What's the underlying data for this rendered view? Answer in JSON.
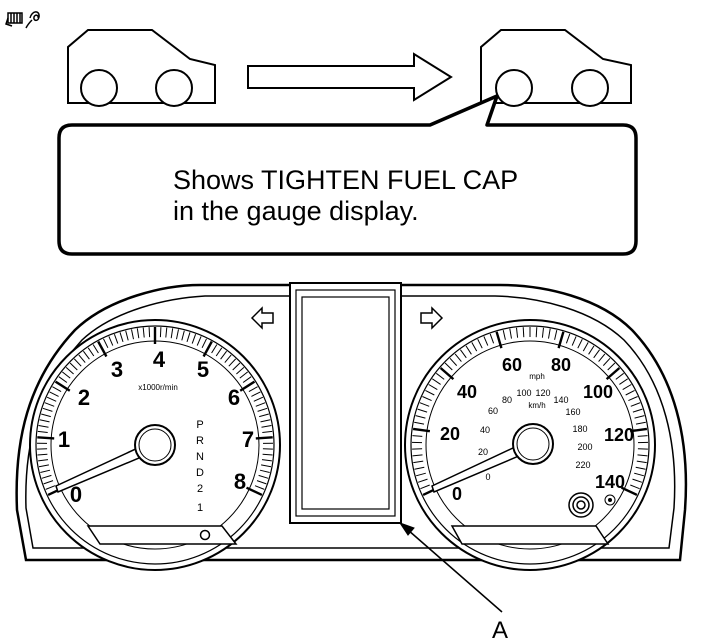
{
  "caption": {
    "line1": "Shows TIGHTEN FUEL CAP",
    "line2": "in the gauge display."
  },
  "callout_label": "A",
  "icons": {
    "top_left": "fuel-cap-icon",
    "left_turn": "turn-signal-left-icon",
    "right_turn": "turn-signal-right-icon",
    "car_before": "car-icon",
    "car_after": "car-icon",
    "flow_arrow": "right-arrow-icon"
  },
  "tachometer": {
    "unit_label": "x1000r/min",
    "numbers": [
      "0",
      "1",
      "2",
      "3",
      "4",
      "5",
      "6",
      "7",
      "8"
    ],
    "gear_indicators": [
      "P",
      "R",
      "N",
      "D",
      "2",
      "1"
    ],
    "needle_value": "0"
  },
  "speedometer": {
    "mph_label": "mph",
    "kmh_label": "km/h",
    "mph_numbers": [
      "0",
      "20",
      "40",
      "60",
      "80",
      "100",
      "120",
      "140"
    ],
    "kmh_numbers": [
      "0",
      "20",
      "40",
      "60",
      "80",
      "100",
      "120",
      "140",
      "160",
      "180",
      "200",
      "220"
    ],
    "needle_value": "0"
  }
}
